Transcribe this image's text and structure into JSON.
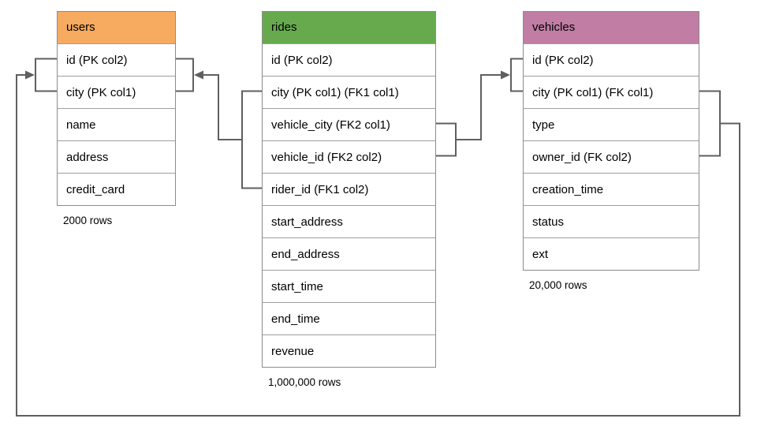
{
  "diagram": {
    "line_color": "#5f5f5f",
    "tables": [
      {
        "name": "users",
        "header_color": "#f6ab61",
        "columns": [
          "id (PK col2)",
          "city (PK col1)",
          "name",
          "address",
          "credit_card"
        ],
        "row_count_label": "2000 rows"
      },
      {
        "name": "rides",
        "header_color": "#67aa4e",
        "columns": [
          "id (PK col2)",
          "city (PK col1) (FK1 col1)",
          "vehicle_city (FK2 col1)",
          "vehicle_id (FK2 col2)",
          "rider_id (FK1 col2)",
          "start_address",
          "end_address",
          "start_time",
          "end_time",
          "revenue"
        ],
        "row_count_label": "1,000,000 rows"
      },
      {
        "name": "vehicles",
        "header_color": "#c17da4",
        "columns": [
          "id (PK col2)",
          "city (PK col1) (FK col1)",
          "type",
          "owner_id (FK col2)",
          "creation_time",
          "status",
          "ext"
        ],
        "row_count_label": "20,000 rows"
      }
    ],
    "relationships": [
      {
        "from": "rides (city, rider_id)",
        "to": "users (city, id)",
        "key": "FK1"
      },
      {
        "from": "rides (vehicle_city, vehicle_id)",
        "to": "vehicles (city, id)",
        "key": "FK2"
      },
      {
        "from": "vehicles (city, owner_id)",
        "to": "users (city, id)",
        "key": "FK"
      }
    ]
  }
}
